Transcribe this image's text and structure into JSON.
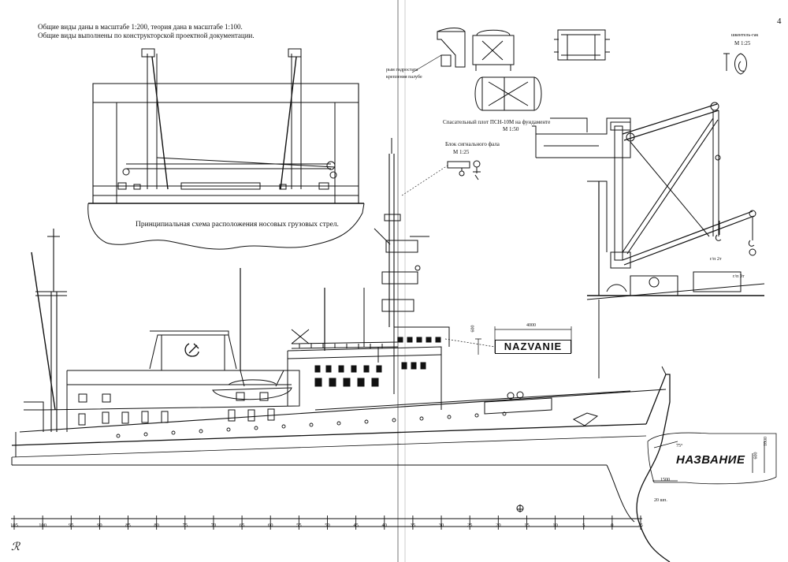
{
  "page_number": "4",
  "notes": {
    "line1": "Общие  виды даны в масштабе  1:200, теория дана в масштабе 1:100.",
    "line2": "Общие виды выполнены по конструкторской проектной документации."
  },
  "bow_derricks_caption": "Принципиальная схема расположения носовых грузовых стрел.",
  "liferaft": {
    "label1": "рым гидростата",
    "label2": "крепления палубе",
    "caption": "Спасательный плот ПСН-10М на фундаменте",
    "scale": "М 1:50"
  },
  "signal_block": {
    "caption": "Блок сигнального фала",
    "scale": "М 1:25"
  },
  "shackle": {
    "caption": "шкентель-гак",
    "scale": "М 1:25"
  },
  "derrick_loads": {
    "load1": "г/п 2т",
    "load2": "г/п 3т"
  },
  "nameplate_lat": {
    "text": "NAZVANIE",
    "dim_width": "4000",
    "dim_height": "600"
  },
  "nameplate_cyr": {
    "text": "НАЗВАНИЕ",
    "angle": "75°",
    "dim_offset": "1500",
    "dim_height": "600",
    "dim_total": "1000",
    "frame": "20 шп."
  },
  "frame_scale": [
    "105",
    "100",
    "95",
    "90",
    "85",
    "80",
    "75",
    "70",
    "65",
    "60",
    "55",
    "50",
    "45",
    "40",
    "35",
    "30",
    "25",
    "20",
    "15",
    "10",
    "5",
    "0",
    "-5"
  ],
  "signature": "ℛ",
  "colors": {
    "line": "#111111",
    "paper": "#ffffff"
  }
}
